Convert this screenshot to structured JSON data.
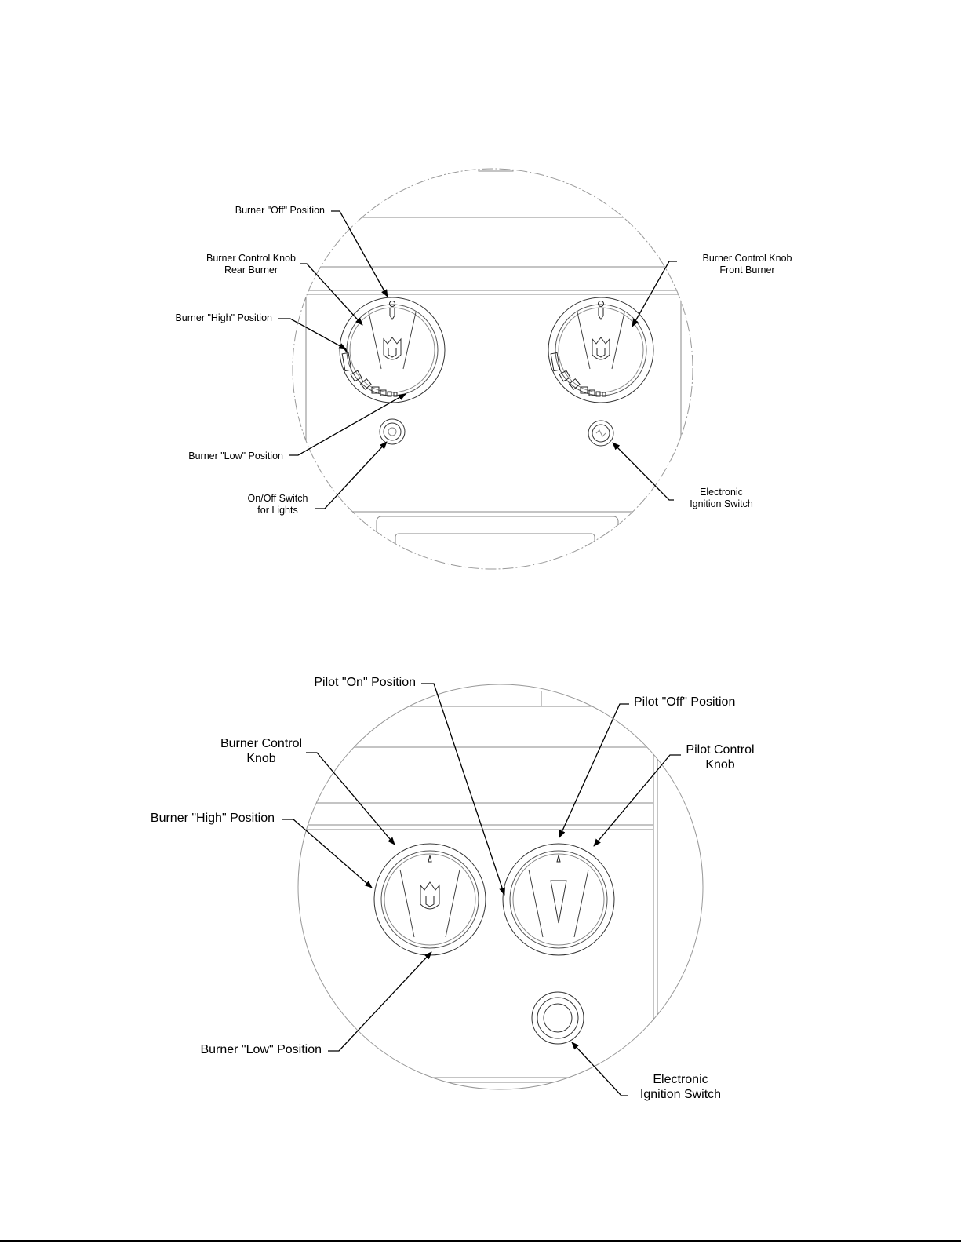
{
  "top_diagram": {
    "labels": {
      "burner_off_position": "Burner \"Off\" Position",
      "burner_control_knob_rear": [
        "Burner Control Knob",
        "Rear Burner"
      ],
      "burner_high_position": "Burner \"High\" Position",
      "burner_low_position": "Burner \"Low\" Position",
      "on_off_switch": [
        "On/Off Switch",
        "for Lights"
      ],
      "burner_control_knob_front": [
        "Burner Control Knob",
        "Front Burner"
      ],
      "electronic_ignition_switch": [
        "Electronic",
        "Ignition Switch"
      ]
    }
  },
  "bottom_diagram": {
    "labels": {
      "pilot_on_position": "Pilot \"On\" Position",
      "pilot_off_position": "Pilot \"Off\" Position",
      "burner_control_knob": [
        "Burner Control",
        "Knob"
      ],
      "pilot_control_knob": [
        "Pilot Control",
        "Knob"
      ],
      "burner_high_position": "Burner \"High\" Position",
      "burner_low_position": "Burner \"Low\" Position",
      "electronic_ignition_switch": [
        "Electronic",
        "Ignition Switch"
      ]
    }
  }
}
